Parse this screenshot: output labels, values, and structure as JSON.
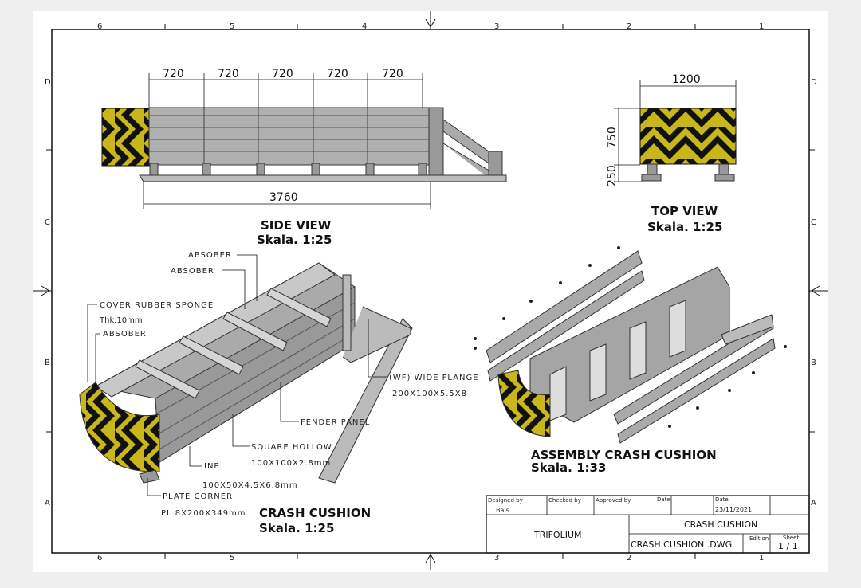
{
  "zones": {
    "columns": [
      "6",
      "5",
      "4",
      "3",
      "2",
      "1"
    ],
    "rows": [
      "D",
      "C",
      "B",
      "A"
    ]
  },
  "side_view": {
    "title": "SIDE VIEW",
    "scale": "Skala. 1:25",
    "dims": [
      "720",
      "720",
      "720",
      "720",
      "720"
    ],
    "total_length": "3760"
  },
  "top_view": {
    "title": "TOP VIEW",
    "scale": "Skala. 1:25",
    "width": "1200",
    "height": "750",
    "leg_height": "250"
  },
  "crash_cushion": {
    "title": "CRASH CUSHION",
    "scale": "Skala. 1:25",
    "labels": {
      "absober_1": "ABSOBER",
      "absober_2": "ABSOBER",
      "cover": "COVER RUBBER SPONGE",
      "cover_thk": "Thk.10mm",
      "absober_3": "ABSOBER",
      "wide_flange": "(WF) WIDE FLANGE",
      "wide_flange_size": "200X100X5.5X8",
      "fender": "FENDER PANEL",
      "square_hollow": "SQUARE HOLLOW",
      "square_hollow_size": "100X100X2.8mm",
      "inp": "INP",
      "inp_size": "100X50X4.5X6.8mm",
      "plate_corner": "PLATE CORNER",
      "plate_corner_size": "PL.8X200X349mm"
    }
  },
  "assembly": {
    "title": "ASSEMBLY CRASH CUSHION",
    "scale": "Skala. 1:33"
  },
  "title_block": {
    "designed_by_label": "Designed by",
    "designed_by": "Bais",
    "checked_by_label": "Checked by",
    "approved_by_label": "Approved by",
    "date_label_1": "Date",
    "date_label_2": "Date",
    "date": "23/11/2021",
    "company": "TRIFOLIUM",
    "drawing_title": "CRASH CUSHION",
    "file_name": "CRASH CUSHION .DWG",
    "edition_label": "Edition",
    "sheet_label": "Sheet",
    "sheet": "1 / 1"
  },
  "colors": {
    "yellow": "#c9b61a",
    "steel": "#9a9a9a",
    "dark": "#111111"
  }
}
